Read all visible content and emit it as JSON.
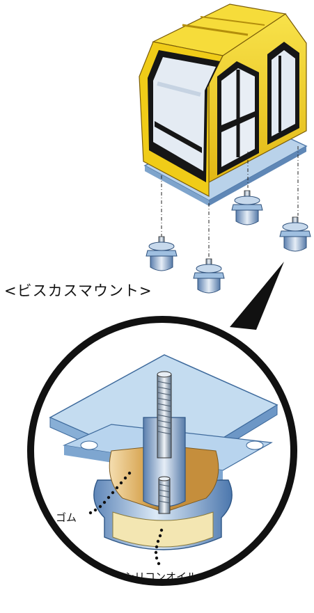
{
  "diagram": {
    "title": "<ビスカスマウント>",
    "callouts": [
      {
        "id": "rubber",
        "text": "ゴム"
      },
      {
        "id": "silicone_oil",
        "text": "シリコンオイル"
      }
    ]
  },
  "colors": {
    "cab_yellow": "#f2d21a",
    "cab_shade": "#d8a812",
    "frame_black": "#111111",
    "glass": "#e9eef4",
    "plate_blue": "#a8cbe6",
    "plate_edge": "#6b97c4",
    "mount_blue": "#8fb4d8",
    "rubber_orange": "#d9a857",
    "oil_yellow": "#f4e9b8",
    "ring_black": "#111111"
  },
  "icons": [
    "excavator-cab",
    "mount-unit",
    "cutaway-mount"
  ]
}
